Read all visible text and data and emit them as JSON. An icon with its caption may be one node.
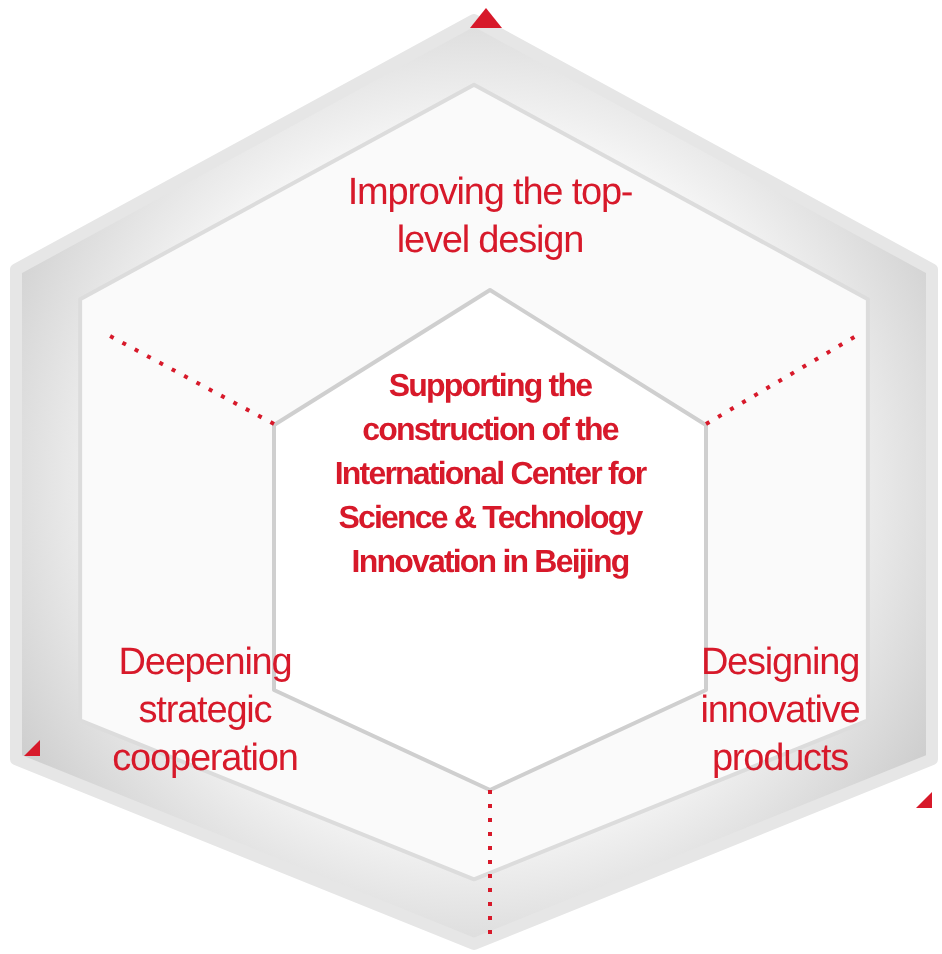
{
  "diagram": {
    "nodes": [
      {
        "text": [],
        "shape": "hexagon"
      },
      {
        "text": [
          "Supporting the construction of the International Center for Science & Technology Innovation in Beijing"
        ],
        "in": 0
      }
    ],
    "edges": [],
    "labels": [
      "Improving the top-level design",
      "Deepening strategic cooperation",
      "Designing innovative products"
    ]
  }
}
